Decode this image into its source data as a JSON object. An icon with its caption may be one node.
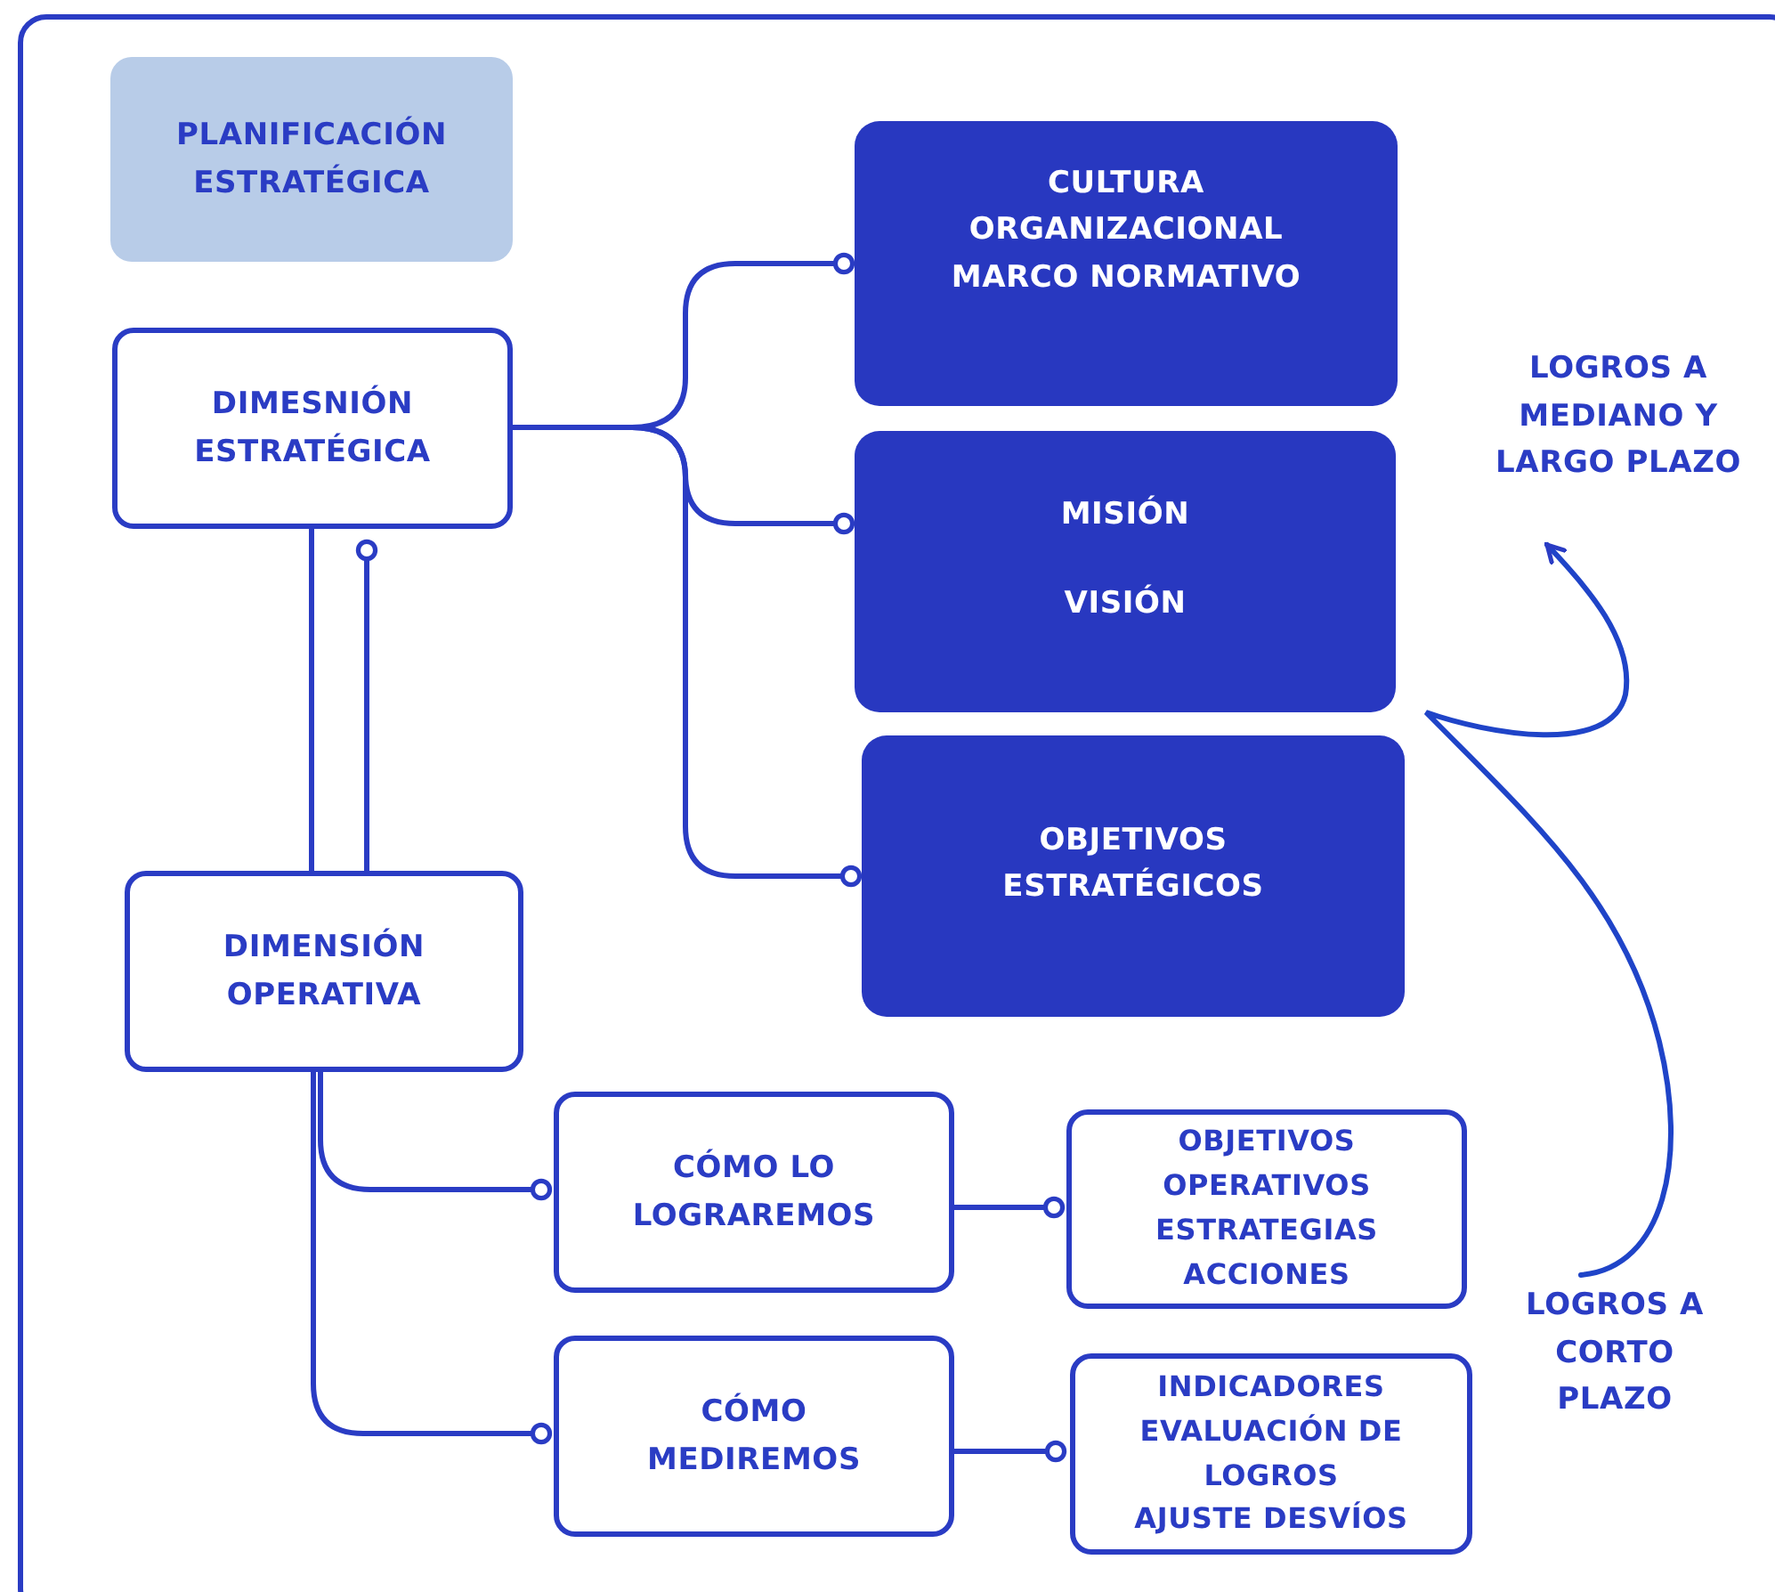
{
  "diagram": {
    "nodes": [
      {
        "text": [
          "PLANIFICACIÓN ESTRATÉGICA"
        ]
      },
      {
        "text": [
          "DIMESNIÓN ESTRATÉGICA"
        ]
      },
      {
        "text": [
          "CULTURA ORGANIZACIONAL",
          "MARCO NORMATIVO"
        ]
      },
      {
        "text": [
          "MISIÓN",
          "VISIÓN"
        ]
      },
      {
        "text": [
          "OBJETIVOS ESTRATÉGICOS"
        ]
      },
      {
        "text": [
          "DIMENSIÓN OPERATIVA"
        ]
      },
      {
        "text": [
          "CÓMO LO LOGRAREMOS"
        ]
      },
      {
        "text": [
          "OBJETIVOS OPERATIVOS",
          "ESTRATEGIAS",
          "ACCIONES"
        ]
      },
      {
        "text": [
          "CÓMO MEDIREMOS"
        ]
      },
      {
        "text": [
          "INDICADORES",
          "EVALUACIÓN DE LOGROS",
          "AJUSTE DESVÍOS"
        ]
      },
      {
        "text": [
          "LOGROS A CORTO PLAZO"
        ]
      },
      {
        "text": [
          "LOGROS A MEDIANO  Y LARGO PLAZO"
        ]
      }
    ],
    "edges": [
      {
        "from": 1,
        "to": 2,
        "arrow": "other"
      },
      {
        "from": 1,
        "to": 3,
        "arrow": "other"
      },
      {
        "from": 1,
        "to": 4,
        "arrow": "other"
      },
      {
        "from": 1,
        "to": 5,
        "arrow": "other"
      },
      {
        "from": 5,
        "to": 1,
        "arrow": "other"
      },
      {
        "from": 5,
        "to": 6,
        "arrow": "other"
      },
      {
        "from": 5,
        "to": 8,
        "arrow": "other"
      },
      {
        "from": 6,
        "to": 7,
        "arrow": "other"
      },
      {
        "from": 8,
        "to": 9,
        "arrow": "other"
      },
      {
        "from": 10,
        "to": 11,
        "arrow": "to"
      }
    ]
  }
}
